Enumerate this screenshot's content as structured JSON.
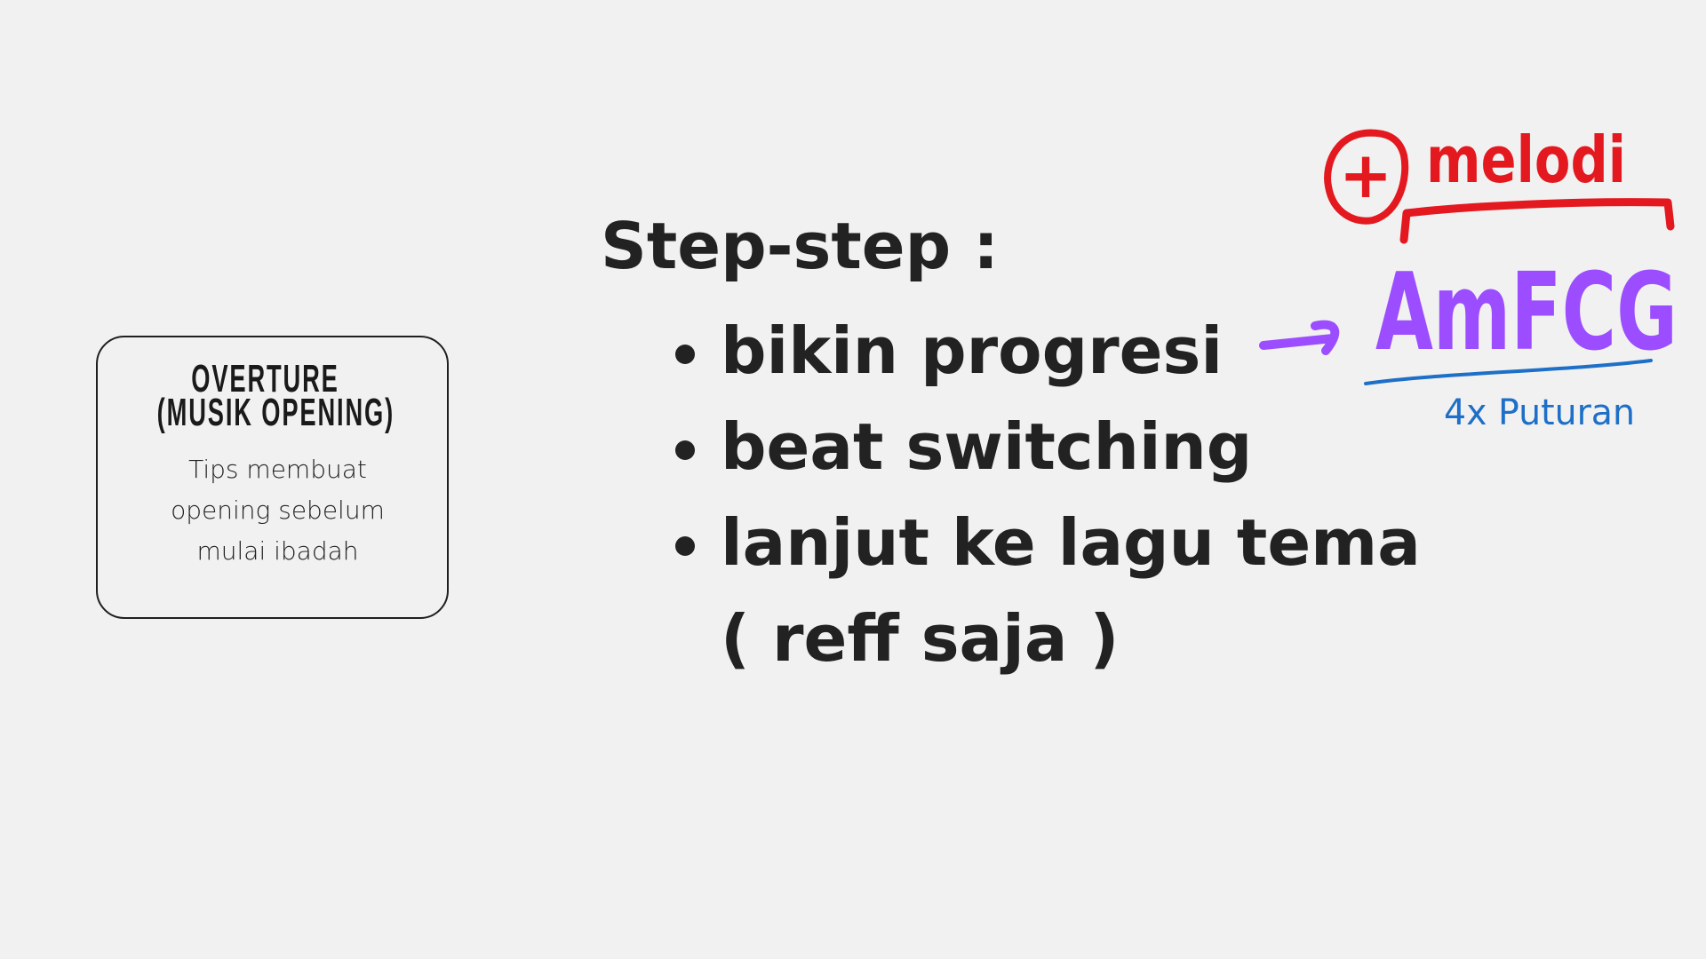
{
  "card": {
    "title_lines": [
      "OVERTURE",
      "(MUSIK OPENING)"
    ],
    "description_lines": [
      "Tips membuat",
      "opening sebelum",
      "mulai ibadah"
    ]
  },
  "main": {
    "heading": "Step-step :",
    "bullets": [
      "bikin progresi",
      "beat switching",
      "lanjut ke lagu tema"
    ],
    "bullet_continuation": "( reff saja )"
  },
  "annotations": {
    "plus_symbol": "+",
    "melodi": "melodi",
    "chords": "AmFCG",
    "repeat_note": "4x Puturan",
    "colors": {
      "red": "#e3191f",
      "purple": "#9b4dff",
      "blue": "#1e6fc7"
    }
  }
}
